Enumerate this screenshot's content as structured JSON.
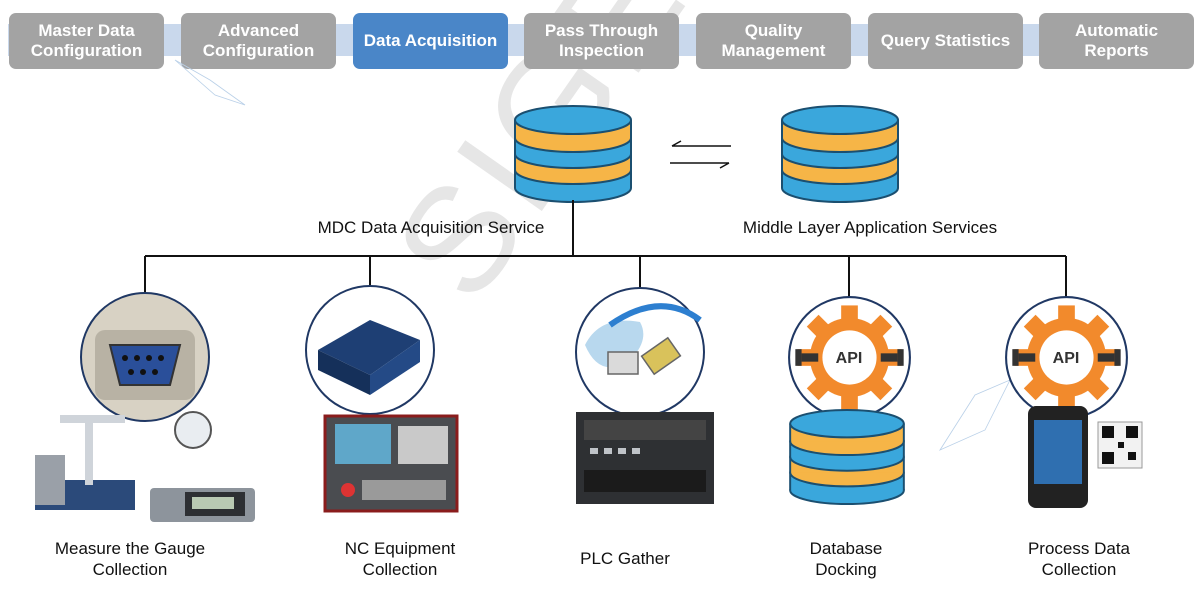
{
  "tabs": [
    {
      "label": "Master Data Configuration",
      "active": false
    },
    {
      "label": "Advanced Configuration",
      "active": false
    },
    {
      "label": "Data Acquisition",
      "active": true
    },
    {
      "label": "Pass Through Inspection",
      "active": false
    },
    {
      "label": "Quality Management",
      "active": false
    },
    {
      "label": "Query Statistics",
      "active": false
    },
    {
      "label": "Automatic Reports",
      "active": false
    }
  ],
  "watermark": "SIGER",
  "servers": {
    "mdc": "MDC Data Acquisition Service",
    "middle": "Middle Layer Application Services"
  },
  "endpoints": [
    {
      "label": "Measure the Gauge Collection",
      "icon": "gauge-connector-icon"
    },
    {
      "label": "NC Equipment Collection",
      "icon": "serial-server-icon"
    },
    {
      "label": "PLC Gather",
      "icon": "network-cable-icon"
    },
    {
      "label": "Database Docking",
      "icon": "api-gear-icon"
    },
    {
      "label": "Process Data Collection",
      "icon": "api-gear-icon"
    }
  ],
  "api_text": "API",
  "colors": {
    "tab_inactive": "#a3a3a3",
    "tab_active": "#4a86c8",
    "db_blue": "#3aa7dc",
    "db_orange": "#f6b547",
    "gear_orange": "#f28a2c"
  }
}
